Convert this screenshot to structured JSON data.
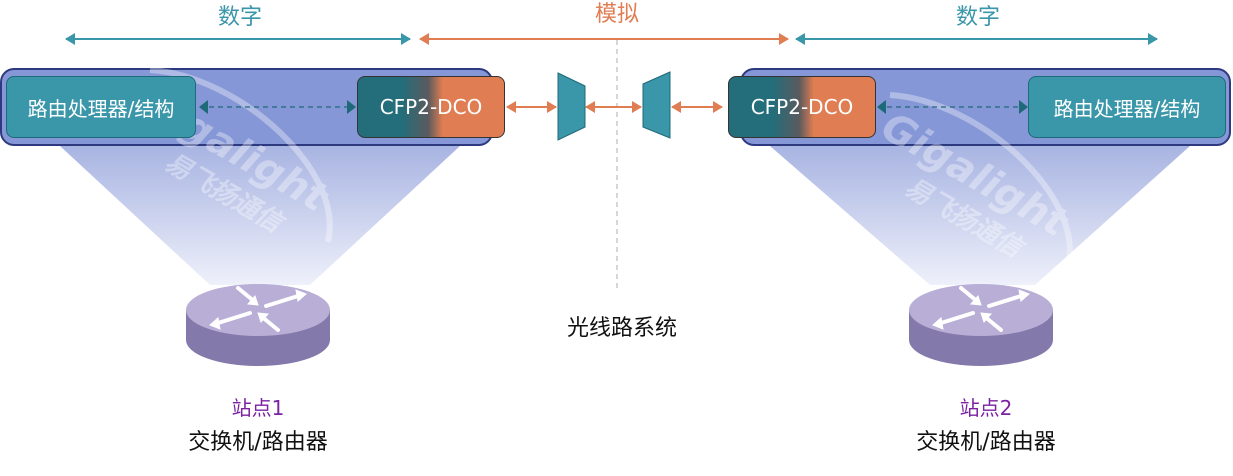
{
  "ranges": {
    "left_digital": "数字",
    "analog": "模拟",
    "right_digital": "数字"
  },
  "site1": {
    "processor_label": "路由处理器/结构",
    "module_label": "CFP2-DCO",
    "title": "站点1",
    "device": "交换机/路由器"
  },
  "site2": {
    "processor_label": "路由处理器/结构",
    "module_label": "CFP2-DCO",
    "title": "站点2",
    "device": "交换机/路由器"
  },
  "optical_line_system": "光线路系统",
  "watermark": {
    "brand": "Gigalight",
    "brand_cn": "易飞扬通信"
  },
  "colors": {
    "digital": "#3a96a9",
    "analog": "#e07d52",
    "site_title": "#7b22a3",
    "panel": "#8597d6",
    "router": "#b7acd6"
  }
}
